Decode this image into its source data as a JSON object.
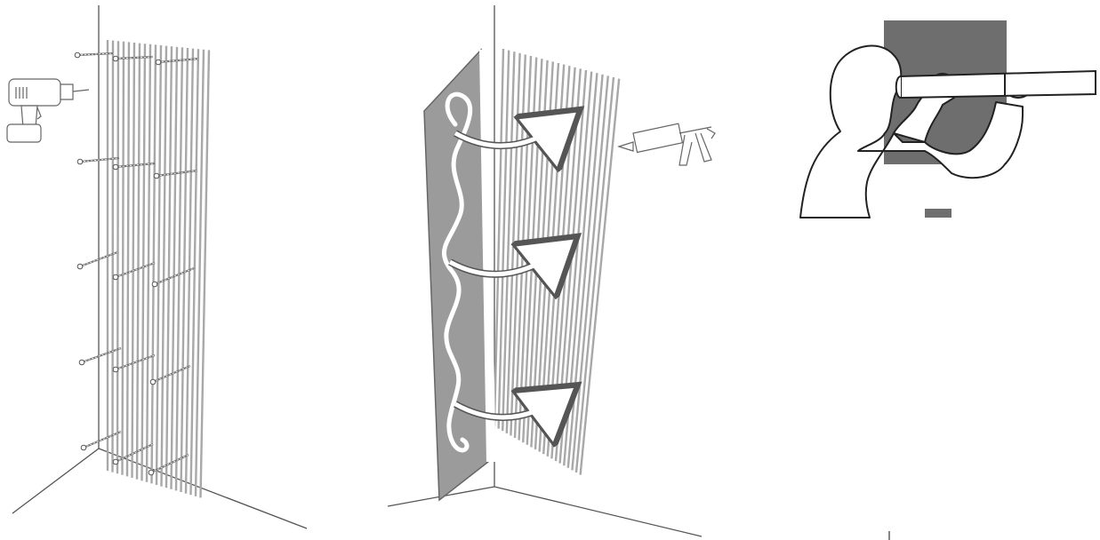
{
  "figure": {
    "panels": [
      {
        "id": "step-1",
        "icon": "cordless-drill-icon",
        "fasteners": 15
      },
      {
        "id": "step-2",
        "icon": "caulking-gun-icon",
        "adhesive_beads": 1,
        "press_arrows": 3
      },
      {
        "id": "step-3",
        "icon": "pressure-roller-icon"
      }
    ],
    "colors": {
      "outline": "#555555",
      "slat": "#a8a8a8",
      "panel_back": "#9b9b9b",
      "dark_panel": "#6e6e6e",
      "adhesive": "#ffffff"
    }
  }
}
